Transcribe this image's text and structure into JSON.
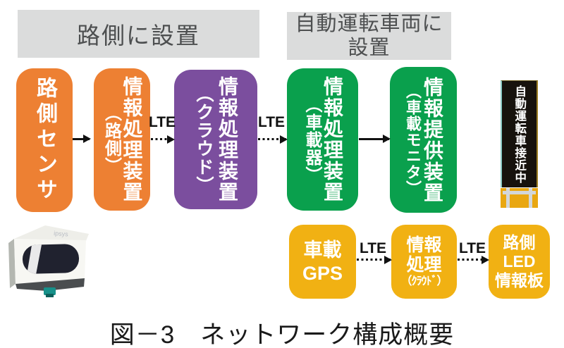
{
  "figure": {
    "caption": "図－3　ネットワーク構成概要"
  },
  "headers": {
    "roadside": "路側に設置",
    "vehicle": "自動運転車両に設置"
  },
  "flow": {
    "roadside_sensor": {
      "main": "路側センサ"
    },
    "proc_roadside": {
      "main": "情報処理装置",
      "sub": "（路側）"
    },
    "proc_cloud": {
      "main": "情報処理装置",
      "sub": "（クラウド）"
    },
    "proc_onboard": {
      "main": "情報処理装置",
      "sub": "（車載器）"
    },
    "info_monitor": {
      "main": "情報提供装置",
      "sub": "（車載モニタ）"
    }
  },
  "bottom_flow": {
    "gps": {
      "line1": "車載",
      "line2": "GPS"
    },
    "proc_small": {
      "line1": "情報",
      "line2": "処理",
      "line3": "（ｸﾗｳﾄﾞ）"
    },
    "led_board": {
      "line1": "路側",
      "line2": "LED",
      "line3": "情報板"
    }
  },
  "labels": {
    "lte": "LTE"
  },
  "led_sign": {
    "text": "自動運転車接近中"
  },
  "sensor": {
    "logo": "ipsys"
  },
  "colors": {
    "orange": "#ED8033",
    "purple": "#7B4E9E",
    "green": "#0AA04D",
    "gold": "#F1B113",
    "header_bg": "#DBDCDC",
    "header_text": "#4D4F50",
    "arrow": "#111111",
    "led_panel_bg": "#17120D",
    "led_stand": "#E9A711"
  }
}
